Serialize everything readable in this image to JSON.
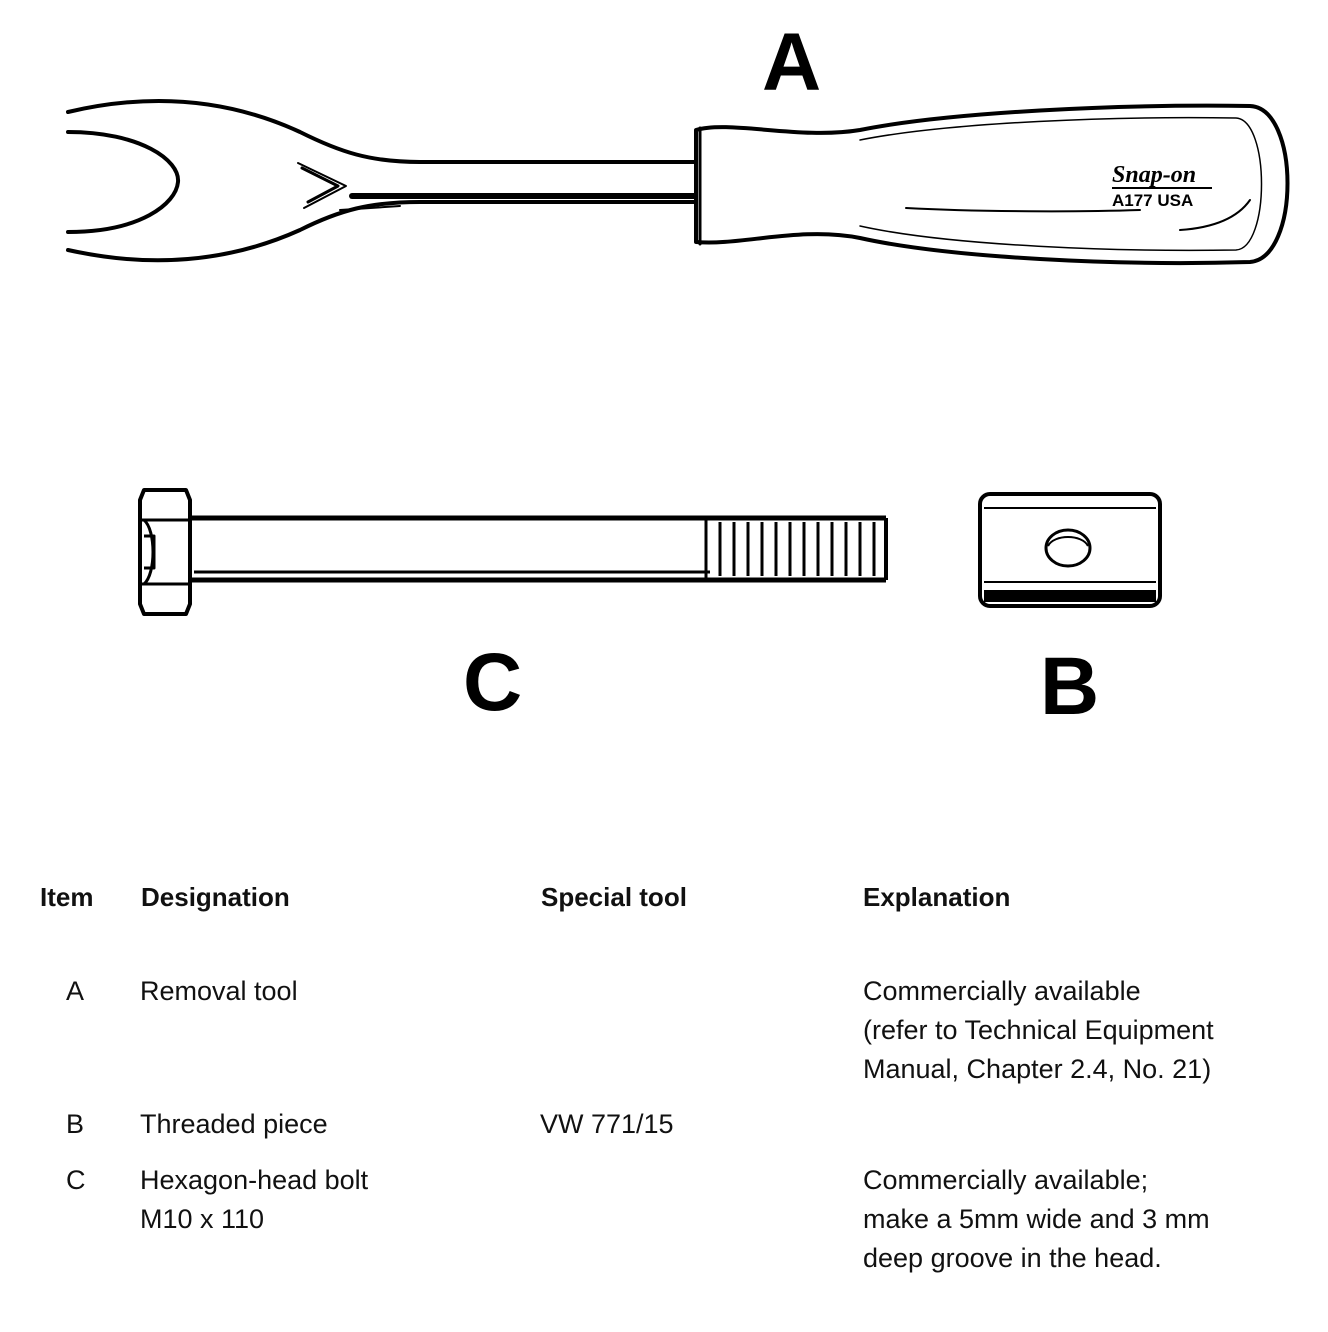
{
  "figures": {
    "tool_a": {
      "label": "A",
      "brand_marking": "Snap-on",
      "model_marking": "A177 USA"
    },
    "tool_b": {
      "label": "B"
    },
    "tool_c": {
      "label": "C"
    }
  },
  "table": {
    "headers": {
      "item": "Item",
      "designation": "Designation",
      "special_tool": "Special tool",
      "explanation": "Explanation"
    },
    "rows": [
      {
        "item": "A",
        "designation": [
          "Removal tool"
        ],
        "special_tool": "",
        "explanation": [
          "Commercially available",
          "(refer to Technical Equipment",
          "Manual, Chapter 2.4, No. 21)"
        ]
      },
      {
        "item": "B",
        "designation": [
          "Threaded piece"
        ],
        "special_tool": "VW 771/15",
        "explanation": []
      },
      {
        "item": "C",
        "designation": [
          "Hexagon-head bolt",
          "M10 x 110"
        ],
        "special_tool": "",
        "explanation": [
          "Commercially available;",
          "make a 5mm wide and 3 mm",
          "deep groove in the head."
        ]
      }
    ]
  }
}
